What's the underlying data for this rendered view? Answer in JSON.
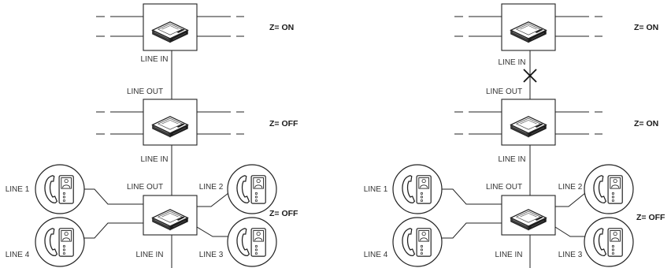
{
  "left": {
    "top_module": {
      "status": "Z= ON",
      "port_in": "LINE IN"
    },
    "mid_module": {
      "port_out": "LINE OUT",
      "status": "Z= OFF",
      "port_in": "LINE IN"
    },
    "bottom_module": {
      "port_out": "LINE OUT",
      "port_in": "LINE IN",
      "status": "Z= OFF",
      "line_1": "LINE 1",
      "line_2": "LINE 2",
      "line_3": "LINE 3",
      "line_4": "LINE 4"
    }
  },
  "right": {
    "top_module": {
      "status": "Z= ON",
      "port_in": "LINE IN"
    },
    "mid_module": {
      "port_out": "LINE OUT",
      "status": "Z= ON",
      "port_in": "LINE IN"
    },
    "bottom_module": {
      "port_out": "LINE OUT",
      "port_in": "LINE IN",
      "status": "Z= OFF",
      "line_1": "LINE 1",
      "line_2": "LINE 2",
      "line_3": "LINE 3",
      "line_4": "LINE 4"
    },
    "break_mark_icon": "cross-icon"
  },
  "icons": {
    "module": "distribution-module-icon",
    "handset": "intercom-handset-icon"
  }
}
